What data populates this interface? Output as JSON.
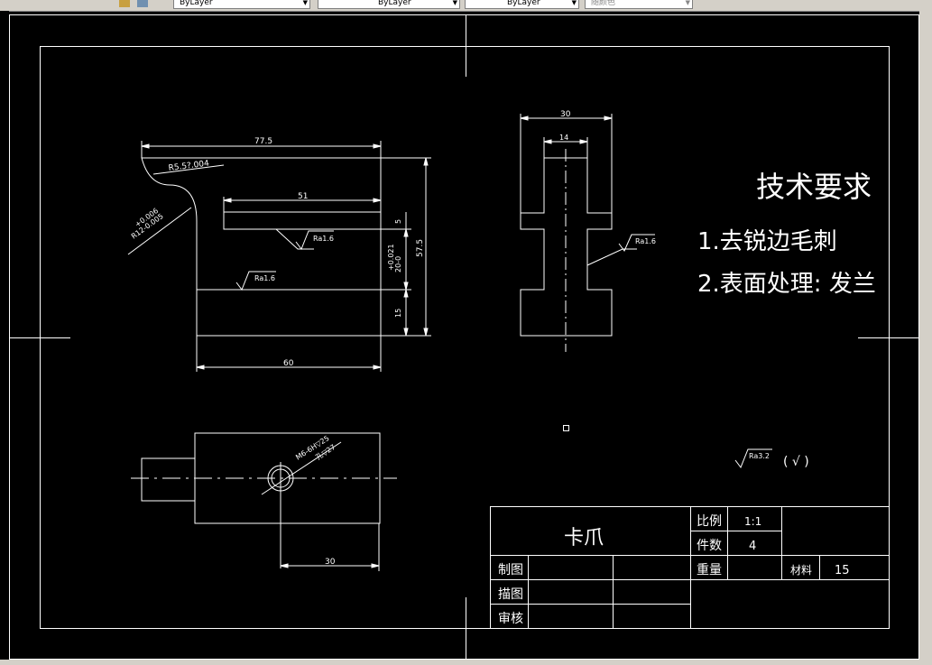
{
  "toolbar": {
    "color_combo": "ByLayer",
    "linetype_combo": "ByLayer",
    "lineweight_combo": "ByLayer",
    "plotstyle_combo": "随颜色"
  },
  "drawing": {
    "front_view": {
      "dim_width_top": "77.5",
      "dim_radius_small": "R5.5?.004",
      "dim_radius_tol_upper": "+0.006",
      "dim_radius_large": "R12-0.005",
      "dim_slot_length": "51",
      "dim_slot_height": "5",
      "dim_center_height": "20-0",
      "dim_center_tol": "+0.021",
      "dim_total_height": "57.5",
      "dim_bottom_height": "15",
      "dim_width_bottom": "60",
      "rough_slot": "Ra1.6",
      "rough_face": "Ra1.6"
    },
    "side_view": {
      "dim_width_outer": "30",
      "dim_width_inner": "14",
      "rough_side": "Ra1.6"
    },
    "top_view": {
      "thread_label": "M6-6H▽25",
      "depth_label": "孔▽27",
      "dim_hole_pos": "30"
    },
    "tech_requirements": {
      "title": "技术要求",
      "item1": "1.去锐边毛刺",
      "item2": "2.表面处理: 发兰"
    },
    "roughness_note": {
      "value": "Ra3.2",
      "paren": "( √ )"
    },
    "title_block": {
      "part_name": "卡爪",
      "scale_label": "比例",
      "scale_value": "1:1",
      "qty_label": "件数",
      "qty_value": "4",
      "weight_label": "重量",
      "material_label": "材料",
      "material_value": "15",
      "drawn_label": "制图",
      "traced_label": "描图",
      "checked_label": "审核"
    }
  }
}
